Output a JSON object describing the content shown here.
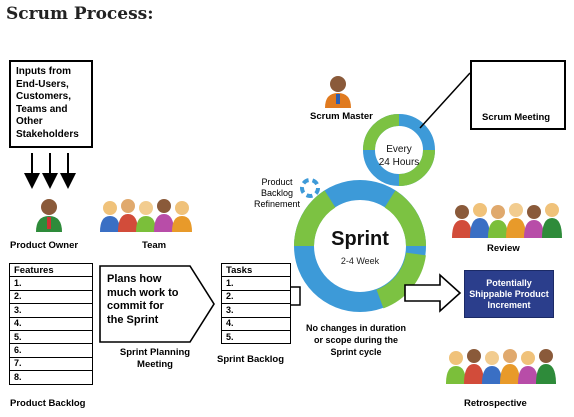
{
  "title": "Scrum Process:",
  "inputs": {
    "lines": [
      "Inputs from",
      "End-Users,",
      "Customers,",
      "Teams and",
      "Other",
      "Stakeholders"
    ]
  },
  "labels": {
    "product_owner": "Product Owner",
    "team": "Team",
    "scrum_master": "Scrum Master",
    "scrum_meeting": "Scrum Meeting",
    "product_backlog_refinement": [
      "Product",
      "Backlog",
      "Refinement"
    ],
    "review": "Review",
    "retrospective": "Retrospective",
    "product_backlog": "Product Backlog",
    "sprint_planning_meeting": [
      "Sprint Planning",
      "Meeting"
    ],
    "sprint_backlog": "Sprint Backlog"
  },
  "features": {
    "header": "Features",
    "items": [
      "1.",
      "2.",
      "3.",
      "4.",
      "5.",
      "6.",
      "7.",
      "8."
    ]
  },
  "tasks": {
    "header": "Tasks",
    "items": [
      "1.",
      "2.",
      "3.",
      "4.",
      "5."
    ]
  },
  "plans": {
    "lines": [
      "Plans how",
      "much work to",
      "commit for",
      "the Sprint"
    ]
  },
  "sprint": {
    "title": "Sprint",
    "duration": "2-4 Week"
  },
  "daily": {
    "lines": [
      "Every",
      "24 Hours"
    ]
  },
  "increment": {
    "lines": [
      "Potentially",
      "Shippable Product",
      "Increment"
    ]
  },
  "no_changes": {
    "lines": [
      "No changes in duration",
      "or scope during the",
      "Sprint cycle"
    ]
  },
  "colors": {
    "cycle_blue": "#3d9ad8",
    "cycle_green": "#7cc242",
    "increment_bg": "#2b3e8c"
  }
}
